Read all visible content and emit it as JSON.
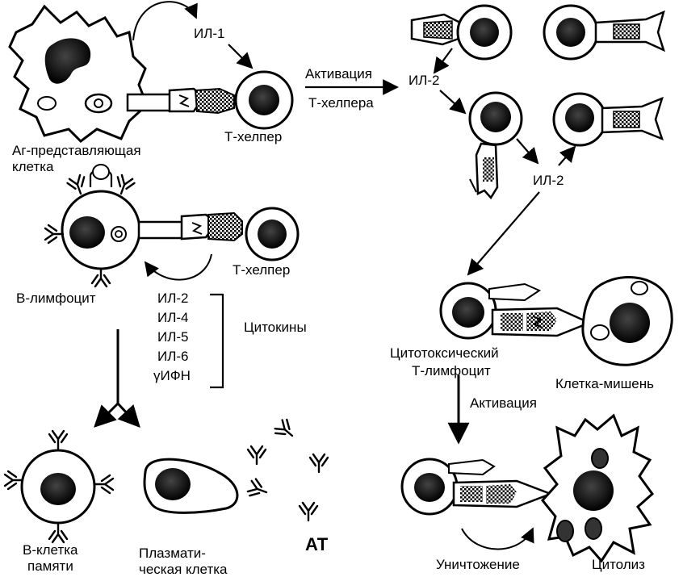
{
  "labels": {
    "il1": "ИЛ-1",
    "activation_th_line1": "Активация",
    "activation_th_line2": "Т-хелпера",
    "il2_top": "ИЛ-2",
    "il2_mid": "ИЛ-2",
    "apc_line1": "Аг-представляющая",
    "apc_line2": "клетка",
    "thelper_top": "Т-хелпер",
    "thelper_mid": "Т-хелпер",
    "b_lymphocyte": "В-лимфоцит",
    "cytokines": [
      "ИЛ-2",
      "ИЛ-4",
      "ИЛ-5",
      "ИЛ-6",
      "γИФН"
    ],
    "cytokines_title": "Цитокины",
    "ctl_line1": "Цитотоксический",
    "ctl_line2": "Т-лимфоцит",
    "target_cell": "Клетка-мишень",
    "activation_ctl": "Активация",
    "memory_line1": "В-клетка",
    "memory_line2": "памяти",
    "plasma_line1": "Плазмати-",
    "plasma_line2": "ческая клетка",
    "at": "АТ",
    "destruction": "Уничтожение",
    "cytolysis": "Цитолиз"
  },
  "colors": {
    "ink": "#000000",
    "paper": "#ffffff",
    "receptor_fill": "#9a9a9a",
    "nucleus": "#111111"
  }
}
